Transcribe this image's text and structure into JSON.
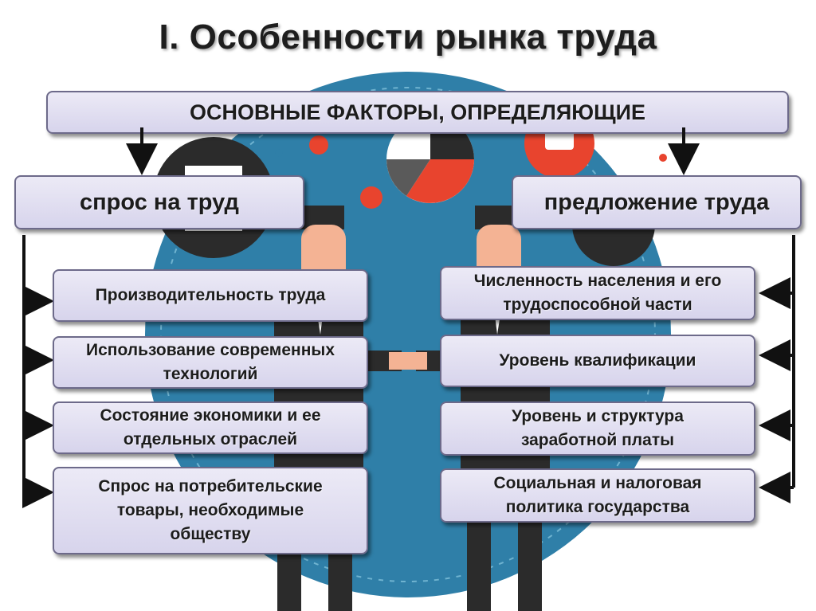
{
  "title": "I. Особенности рынка труда",
  "header": {
    "text": "ОСНОВНЫЕ ФАКТОРЫ, ОПРЕДЕЛЯЮЩИЕ"
  },
  "left": {
    "title": "спрос на труд",
    "items": [
      "Производительность труда",
      "Использование современных технологий",
      "Состояние экономики и ее отдельных отраслей",
      "Спрос на потребительские товары, необходимые обществу"
    ]
  },
  "right": {
    "title": "предложение труда",
    "items": [
      "Численность населения и его трудоспособной части",
      "Уровень квалификации",
      "Уровень и структура заработной платы",
      "Социальная и налоговая политика государства"
    ]
  },
  "colors": {
    "box_fill": "#dcd9ee",
    "box_border": "#6d6a8a",
    "circle_blue": "#2d7ea7",
    "accent_red": "#e8442e",
    "suit_dark": "#2b2b2b"
  }
}
